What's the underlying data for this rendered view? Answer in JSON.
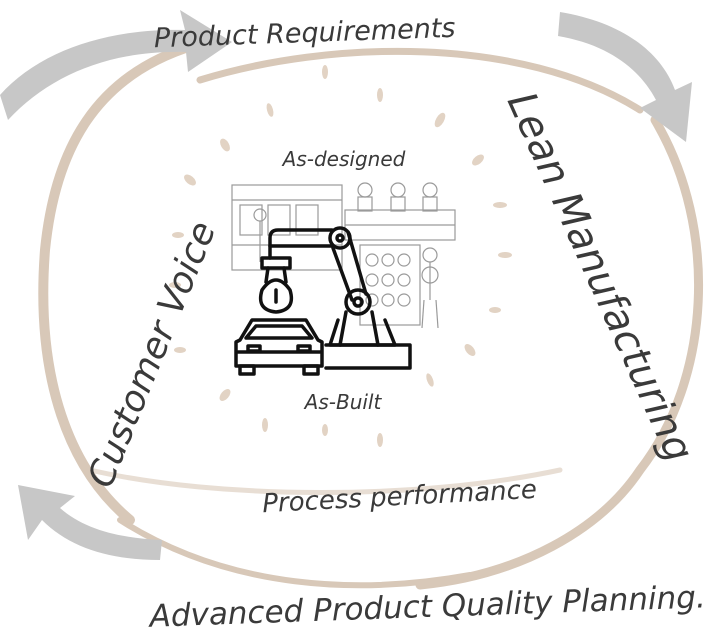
{
  "labels": {
    "top": "Product Requirements",
    "right": "Lean Manufacturing",
    "left": "Customer Voice",
    "inner_bottom": "Process performance",
    "bottom": "Advanced Product Quality Planning.",
    "center_top": "As-designed",
    "center_bottom": "As-Built"
  },
  "colors": {
    "ring": "#d8c8b8",
    "arrow": "#c7c7c7",
    "ink": "#3a3a3a",
    "rays": "#e2d3c4",
    "robot": "#111111",
    "factory": "#9a9a9a"
  },
  "icons": [
    "robot-arm-icon",
    "car-icon",
    "factory-background-icon"
  ]
}
